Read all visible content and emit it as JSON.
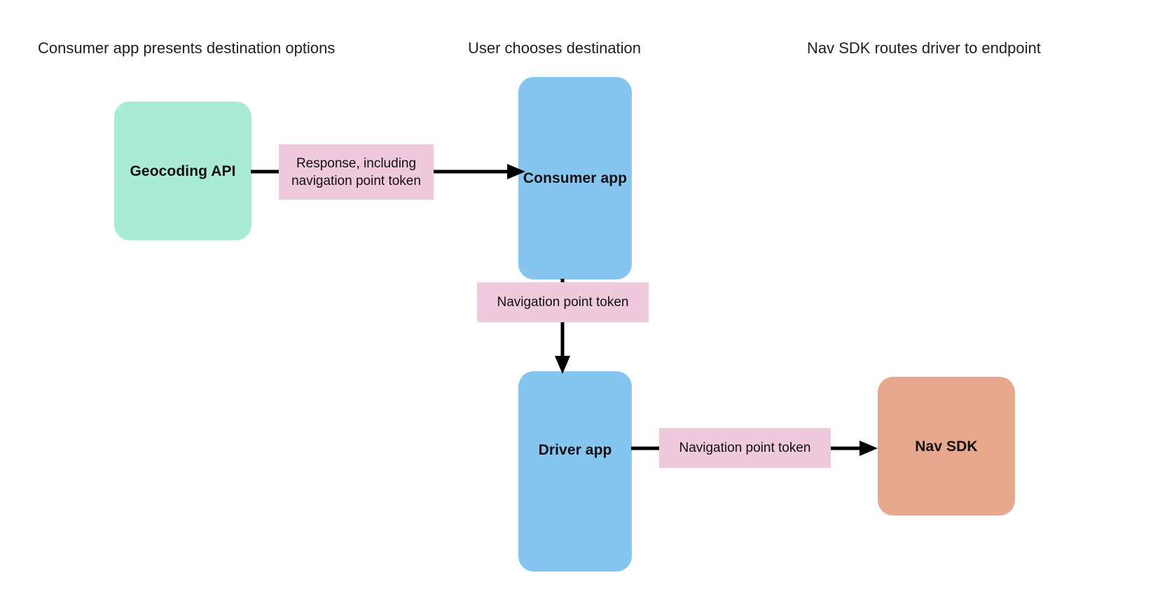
{
  "diagram": {
    "type": "flow",
    "background_color": "#ffffff",
    "columns": [
      {
        "id": "col-1",
        "heading": "Consumer app presents destination options"
      },
      {
        "id": "col-2",
        "heading": "User chooses destination"
      },
      {
        "id": "col-3",
        "heading": "Nav SDK routes driver to endpoint"
      }
    ],
    "nodes": [
      {
        "id": "geocoding-api",
        "label": "Geocoding API",
        "fill": "#A9EBD4",
        "text_color": "#101010"
      },
      {
        "id": "consumer-app",
        "label": "Consumer app",
        "fill": "#85C5F0",
        "text_color": "#101010"
      },
      {
        "id": "driver-app",
        "label": "Driver app",
        "fill": "#85C5F0",
        "text_color": "#101010"
      },
      {
        "id": "nav-sdk",
        "label": "Nav SDK",
        "fill": "#E8A88E",
        "text_color": "#101010"
      }
    ],
    "edges": [
      {
        "id": "edge-geocoding-to-consumer",
        "from": "geocoding-api",
        "to": "consumer-app",
        "direction": "right",
        "label": "Response, including navigation point token",
        "label_lines": [
          "Response, including",
          "navigation point",
          "token"
        ],
        "label_fill": "#EFC9DC"
      },
      {
        "id": "edge-consumer-to-driver",
        "from": "consumer-app",
        "to": "driver-app",
        "direction": "down",
        "label": "Navigation point token",
        "label_lines": [
          "Navigation point token"
        ],
        "label_fill": "#EFC9DC"
      },
      {
        "id": "edge-driver-to-navsdk",
        "from": "driver-app",
        "to": "nav-sdk",
        "direction": "right",
        "label": "Navigation point token",
        "label_lines": [
          "Navigation point token"
        ],
        "label_fill": "#EFC9DC"
      }
    ],
    "arrow_color": "#000000"
  }
}
